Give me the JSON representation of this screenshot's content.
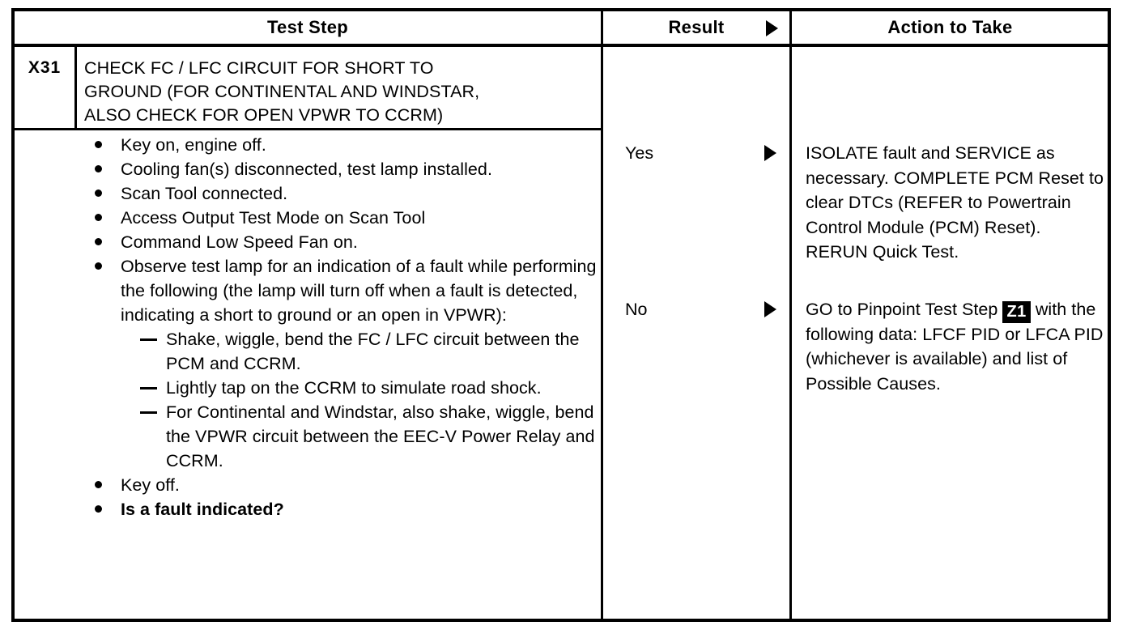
{
  "document": {
    "type": "pinpoint-test-table",
    "colors": {
      "ink": "#000000",
      "paper": "#ffffff"
    }
  },
  "header": {
    "test_step": "Test Step",
    "result": "Result",
    "action_to_take": "Action to Take",
    "arrow_icon": "right-triangle-icon"
  },
  "step": {
    "id": "X31",
    "title": "CHECK FC / LFC CIRCUIT FOR SHORT TO GROUND (FOR CONTINENTAL AND WINDSTAR, ALSO CHECK FOR OPEN VPWR TO CCRM)",
    "title_lines": [
      "CHECK FC / LFC CIRCUIT FOR SHORT TO",
      "GROUND (FOR CONTINENTAL AND WINDSTAR,",
      "ALSO CHECK FOR OPEN VPWR TO CCRM)"
    ]
  },
  "instructions": [
    {
      "text": "Key on, engine off.",
      "bold": false
    },
    {
      "text": "Cooling fan(s) disconnected, test lamp installed.",
      "bold": false
    },
    {
      "text": "Scan Tool connected.",
      "bold": false
    },
    {
      "text": "Access Output Test Mode on Scan Tool",
      "bold": false
    },
    {
      "text": "Command Low Speed Fan on.",
      "bold": false
    },
    {
      "text": "Observe test lamp for an indication of a fault while performing the following (the lamp will turn off when a fault is detected, indicating a short to ground or an open in VPWR):",
      "bold": false,
      "subitems": [
        "Shake, wiggle, bend the FC / LFC circuit between the PCM and CCRM.",
        "Lightly tap on the CCRM to simulate road shock.",
        "For Continental and Windstar, also shake, wiggle, bend the VPWR circuit between the EEC-V Power Relay and CCRM."
      ]
    },
    {
      "text": "Key off.",
      "bold": false
    },
    {
      "text": "Is a fault indicated?",
      "bold": true
    }
  ],
  "rows": [
    {
      "result": "Yes",
      "action_prefix": "ISOLATE fault and SERVICE as necessary. COMPLETE PCM Reset to clear DTCs (REFER to Powertrain Control Module (PCM) Reset). RERUN Quick Test.",
      "action_step_ref": "",
      "action_suffix": ""
    },
    {
      "result": "No",
      "action_prefix": "GO to Pinpoint Test Step ",
      "action_step_ref": "Z1",
      "action_suffix": " with the following data: LFCF PID or LFCA PID (whichever is available) and list of Possible Causes."
    }
  ]
}
